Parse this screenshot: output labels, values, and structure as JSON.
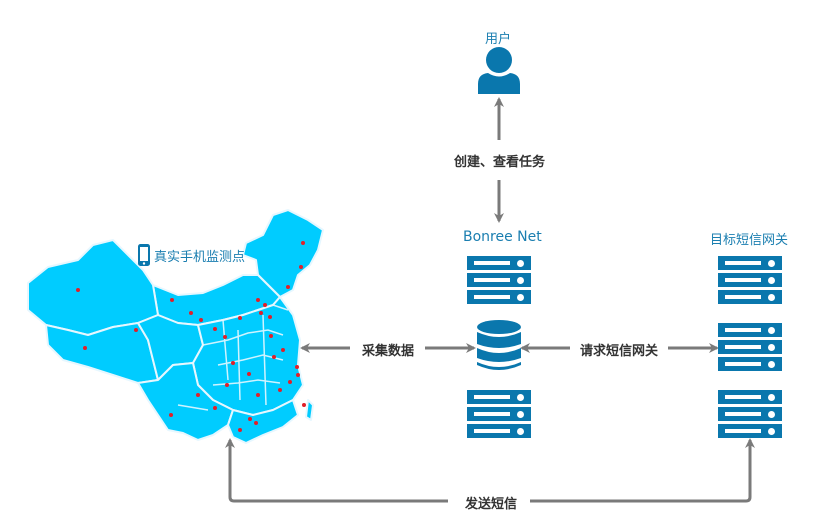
{
  "nodes": {
    "user": {
      "label": "用户",
      "icon": "user-icon"
    },
    "bonree": {
      "label": "Bonree Net",
      "icon": "server-icon"
    },
    "gateway": {
      "label": "目标短信网关",
      "icon": "server-icon"
    },
    "monitor": {
      "label": "真实手机监测点",
      "icon": "mobile-phone-icon"
    },
    "database": {
      "icon": "database-icon"
    }
  },
  "edges": {
    "user_bonree": {
      "label": "创建、查看任务"
    },
    "map_db": {
      "label": "采集数据"
    },
    "db_gateway": {
      "label": "请求短信网关"
    },
    "gateway_map": {
      "label": "发送短信"
    }
  },
  "colors": {
    "primary_blue": "#0a77ad",
    "map_fill": "#00ccff",
    "map_border": "#e6f7ff",
    "monitor_dot": "#e0202a",
    "arrow_gray": "#7a7a7a",
    "label_text": "#333333",
    "title_text": "#1a7eb0"
  }
}
